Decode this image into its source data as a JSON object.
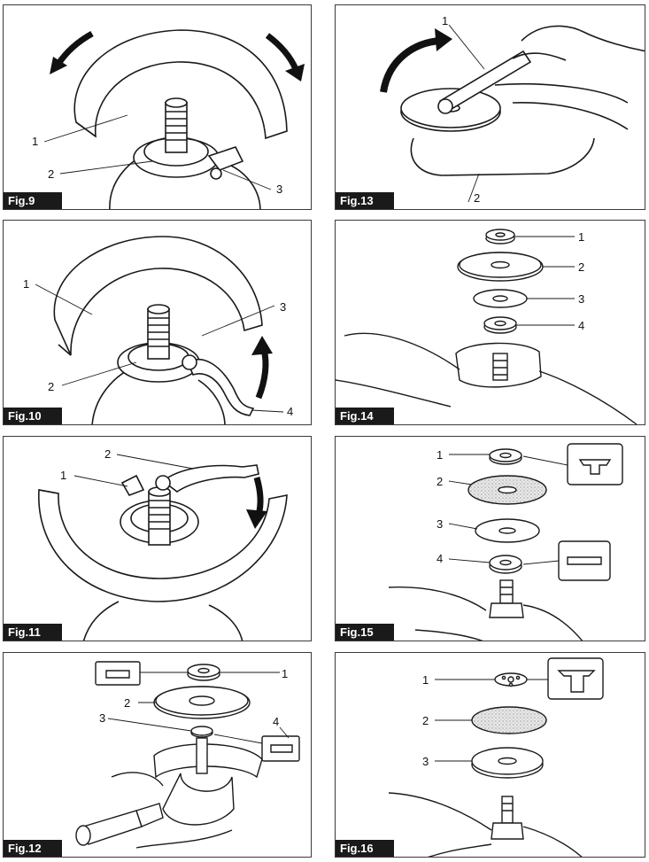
{
  "colors": {
    "frame": "#3a3a3a",
    "tag_bg": "#1a1a1a",
    "tag_text": "#ffffff",
    "ink": "#1a1a1a"
  },
  "figures": [
    {
      "id": "fig9",
      "label": "Fig.9",
      "callouts": [
        "1",
        "2",
        "3"
      ]
    },
    {
      "id": "fig13",
      "label": "Fig.13",
      "callouts": [
        "1",
        "2"
      ]
    },
    {
      "id": "fig10",
      "label": "Fig.10",
      "callouts": [
        "1",
        "2",
        "3",
        "4"
      ]
    },
    {
      "id": "fig14",
      "label": "Fig.14",
      "callouts": [
        "1",
        "2",
        "3",
        "4"
      ]
    },
    {
      "id": "fig11",
      "label": "Fig.11",
      "callouts": [
        "1",
        "2"
      ]
    },
    {
      "id": "fig15",
      "label": "Fig.15",
      "callouts": [
        "1",
        "2",
        "3",
        "4"
      ]
    },
    {
      "id": "fig12",
      "label": "Fig.12",
      "callouts": [
        "1",
        "2",
        "3",
        "4"
      ]
    },
    {
      "id": "fig16",
      "label": "Fig.16",
      "callouts": [
        "1",
        "2",
        "3"
      ]
    }
  ]
}
